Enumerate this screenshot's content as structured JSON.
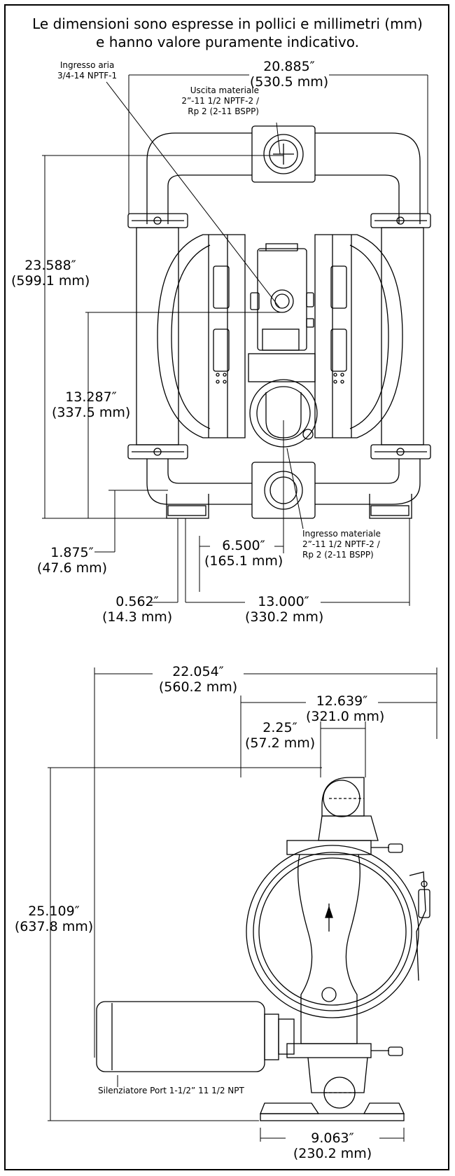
{
  "header": {
    "line1": "Le dimensioni sono espresse in pollici e millimetri (mm)",
    "line2": "e hanno valore puramente indicativo."
  },
  "front_view": {
    "air_inlet": {
      "line1": "Ingresso aria",
      "line2": "3/4-14 NPTF-1"
    },
    "fluid_outlet": {
      "line1": "Uscita materiale",
      "line2": "2”-11 1/2 NPTF-2 /",
      "line3": "Rp 2 (2-11 BSPP)"
    },
    "fluid_inlet": {
      "line1": "Ingresso materiale",
      "line2": "2”-11 1/2 NPTF-2 /",
      "line3": "Rp 2 (2-11 BSPP)"
    },
    "dim_width": {
      "in": "20.885″",
      "mm": "(530.5 mm)"
    },
    "dim_height": {
      "in": "23.588″",
      "mm": "(599.1 mm)"
    },
    "dim_air_height": {
      "in": "13.287″",
      "mm": "(337.5 mm)"
    },
    "dim_foot": {
      "in": "1.875″",
      "mm": "(47.6 mm)"
    },
    "dim_center": {
      "in": "6.500″",
      "mm": "(165.1 mm)"
    },
    "dim_slot": {
      "in": "0.562″",
      "mm": "(14.3 mm)"
    },
    "dim_mount": {
      "in": "13.000″",
      "mm": "(330.2 mm)"
    }
  },
  "side_view": {
    "muffler": "Silenziatore Port 1-1/2” 11 1/2 NPT",
    "dim_total": {
      "in": "22.054″",
      "mm": "(560.2 mm)"
    },
    "dim_partial": {
      "in": "12.639″",
      "mm": "(321.0 mm)"
    },
    "dim_offset": {
      "in": "2.25″",
      "mm": "(57.2 mm)"
    },
    "dim_height": {
      "in": "25.109″",
      "mm": "(637.8 mm)"
    },
    "dim_base": {
      "in": "9.063″",
      "mm": "(230.2 mm)"
    }
  }
}
